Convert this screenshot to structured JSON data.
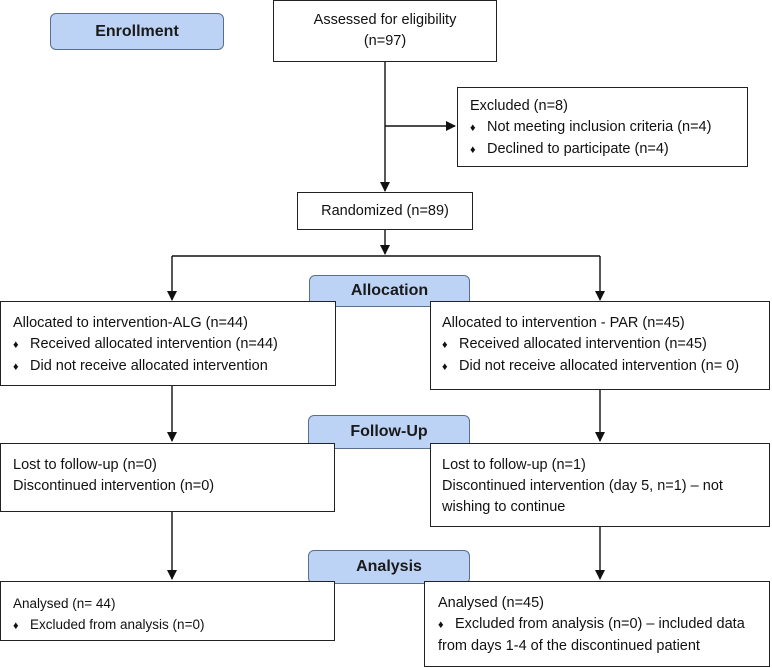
{
  "stages": {
    "enrollment": "Enrollment",
    "allocation": "Allocation",
    "followup": "Follow-Up",
    "analysis": "Analysis"
  },
  "assessed": {
    "line1": "Assessed for eligibility",
    "line2": "(n=97)"
  },
  "excluded": {
    "title": "Excluded (n=8)",
    "items": [
      "Not meeting inclusion criteria (n=4)",
      "Declined to participate (n=4)"
    ]
  },
  "randomized": "Randomized (n=89)",
  "alloc_left": {
    "title": "Allocated to intervention-ALG (n=44)",
    "items": [
      "Received allocated intervention (n=44)",
      "Did not receive allocated intervention"
    ]
  },
  "alloc_right": {
    "title": "Allocated to intervention - PAR (n=45)",
    "items": [
      "Received allocated intervention (n=45)",
      "Did not receive allocated intervention (n= 0)"
    ]
  },
  "follow_left": {
    "line1": "Lost to follow-up (n=0)",
    "line2": "Discontinued intervention (n=0)"
  },
  "follow_right": {
    "line1": "Lost to follow-up (n=1)",
    "line2": "Discontinued intervention (day 5, n=1) – not",
    "line3": "wishing to continue"
  },
  "analysis_left": {
    "title": "Analysed (n= 44)",
    "item": "Excluded from analysis (n=0)"
  },
  "analysis_right": {
    "title": "Analysed (n=45)",
    "item_line1": "Excluded from analysis (n=0) – included data",
    "item_line2": "from days 1-4 of the discontinued patient"
  },
  "bullet_glyph": "♦"
}
